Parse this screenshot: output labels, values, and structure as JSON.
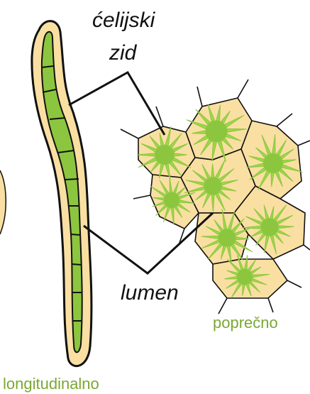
{
  "labels": {
    "cell_wall_line1": "ćelijski",
    "cell_wall_line2": "zid",
    "lumen": "lumen",
    "cross_section": "poprečno",
    "longitudinal": "longitudinalno"
  },
  "colors": {
    "wall_fill": "#f9dfa2",
    "lumen_fill": "#8cc63f",
    "star_fill": "#9fd64a",
    "caption_green": "#7aa834",
    "outline": "#111111"
  }
}
